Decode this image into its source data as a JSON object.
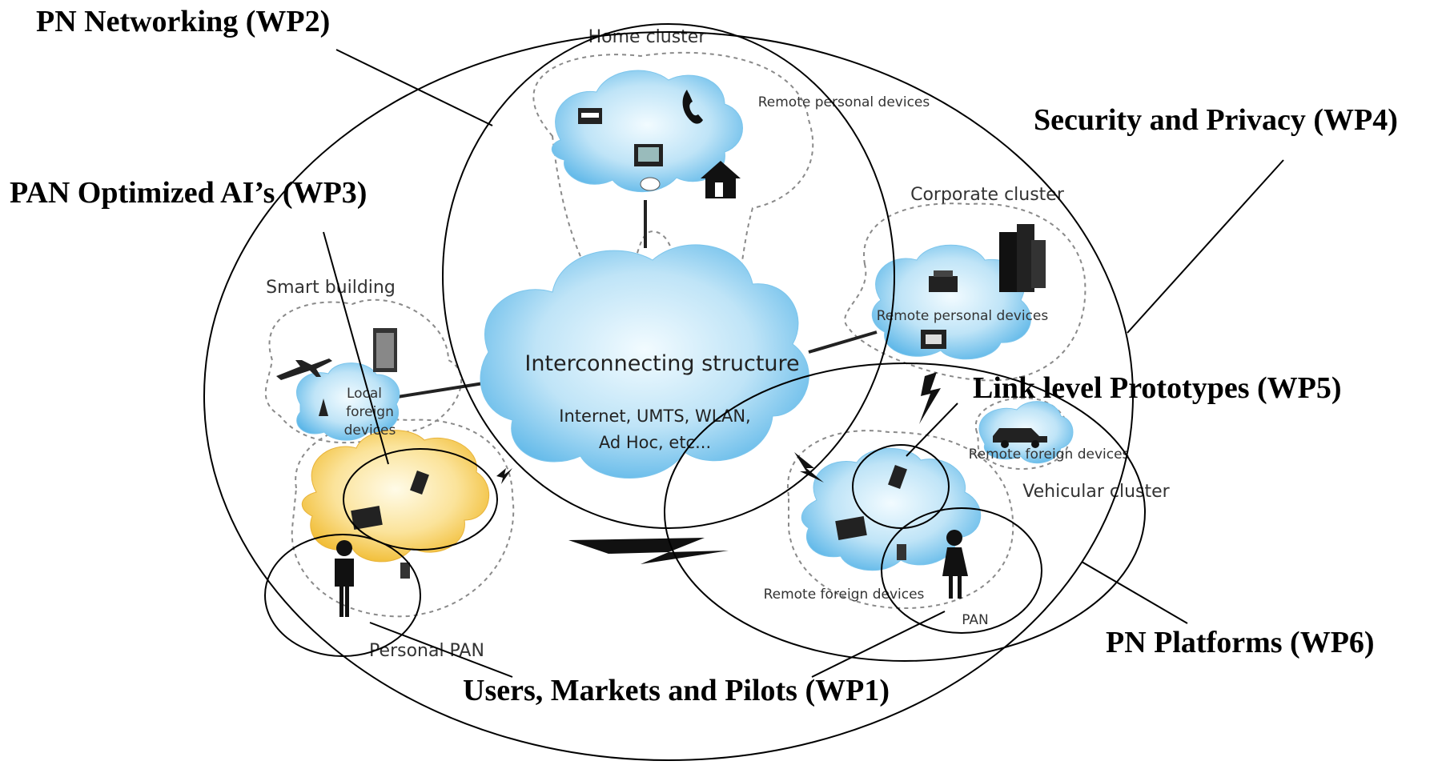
{
  "work_packages": {
    "wp2": "PN Networking (WP2)",
    "wp4": "Security and Privacy (WP4)",
    "wp3": "PAN Optimized AI’s (WP3)",
    "wp5": "Link level Prototypes (WP5)",
    "wp6": "PN Platforms (WP6)",
    "wp1": "Users, Markets and Pilots (WP1)"
  },
  "clusters": {
    "home": "Home cluster",
    "home_devices": "Remote personal devices",
    "corporate": "Corporate cluster",
    "corporate_devices": "Remote personal devices",
    "smart_building": "Smart building",
    "local_foreign_1": "Local",
    "local_foreign_2": "foreign",
    "local_foreign_3": "devices",
    "vehicular": "Vehicular cluster",
    "vehicular_devices": "Remote foreign devices",
    "remote_foreign": "Remote foreign devices",
    "pan": "PAN",
    "personal_pan": "Personal PAN"
  },
  "core": {
    "title": "Interconnecting structure",
    "sub1": "Internet, UMTS, WLAN,",
    "sub2": "Ad Hoc, etc..."
  },
  "colors": {
    "cloud_blue": "#bfe4f7",
    "cloud_blue_dark": "#5bb6e8",
    "cloud_yellow": "#f7cf55",
    "dash_grey": "#8a8a8a"
  }
}
